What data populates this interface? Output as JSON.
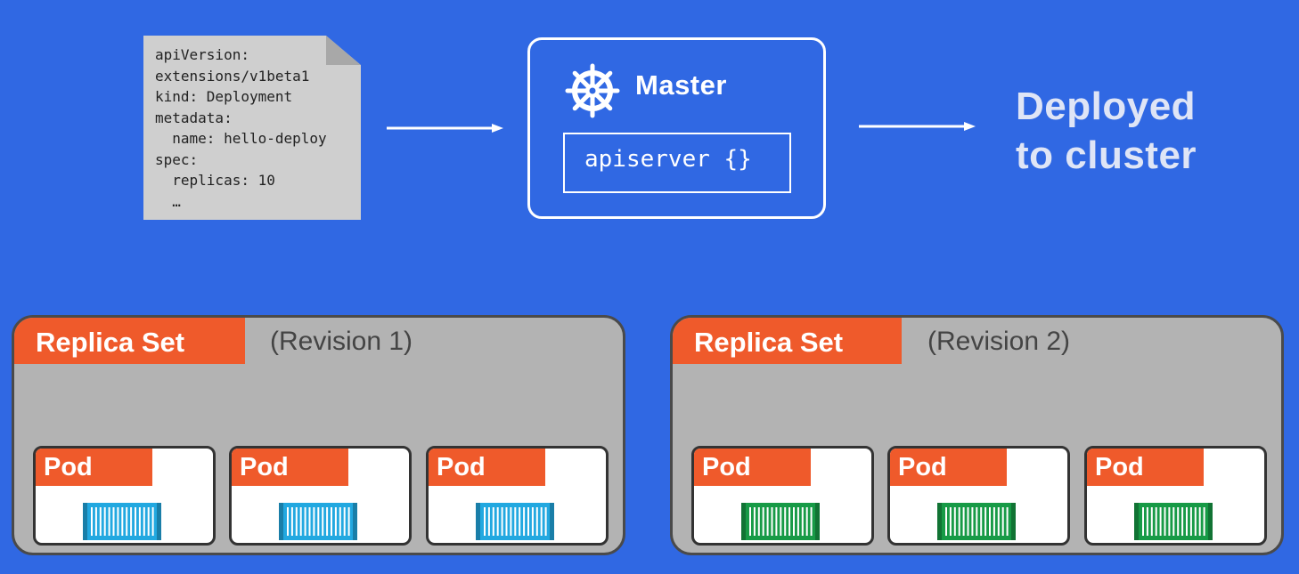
{
  "manifest": {
    "lines": [
      "apiVersion:",
      "extensions/v1beta1",
      "kind: Deployment",
      "metadata:",
      "  name: hello-deploy",
      "spec:",
      "  replicas: 10",
      "  …"
    ]
  },
  "master": {
    "label": "Master",
    "icon": "kubernetes-helm-icon",
    "apiserver_label": "apiserver {}"
  },
  "result": {
    "line1": "Deployed",
    "line2": "to cluster"
  },
  "replica_sets": [
    {
      "label": "Replica Set",
      "revision": "(Revision 1)",
      "pods": [
        {
          "label": "Pod",
          "container_color": "#22a8e0"
        },
        {
          "label": "Pod",
          "container_color": "#22a8e0"
        },
        {
          "label": "Pod",
          "container_color": "#22a8e0"
        }
      ]
    },
    {
      "label": "Replica Set",
      "revision": "(Revision 2)",
      "pods": [
        {
          "label": "Pod",
          "container_color": "#179a46"
        },
        {
          "label": "Pod",
          "container_color": "#179a46"
        },
        {
          "label": "Pod",
          "container_color": "#179a46"
        }
      ]
    }
  ],
  "colors": {
    "background": "#3068e3",
    "accent": "#ef5a2b",
    "panel": "#b3b3b3"
  }
}
